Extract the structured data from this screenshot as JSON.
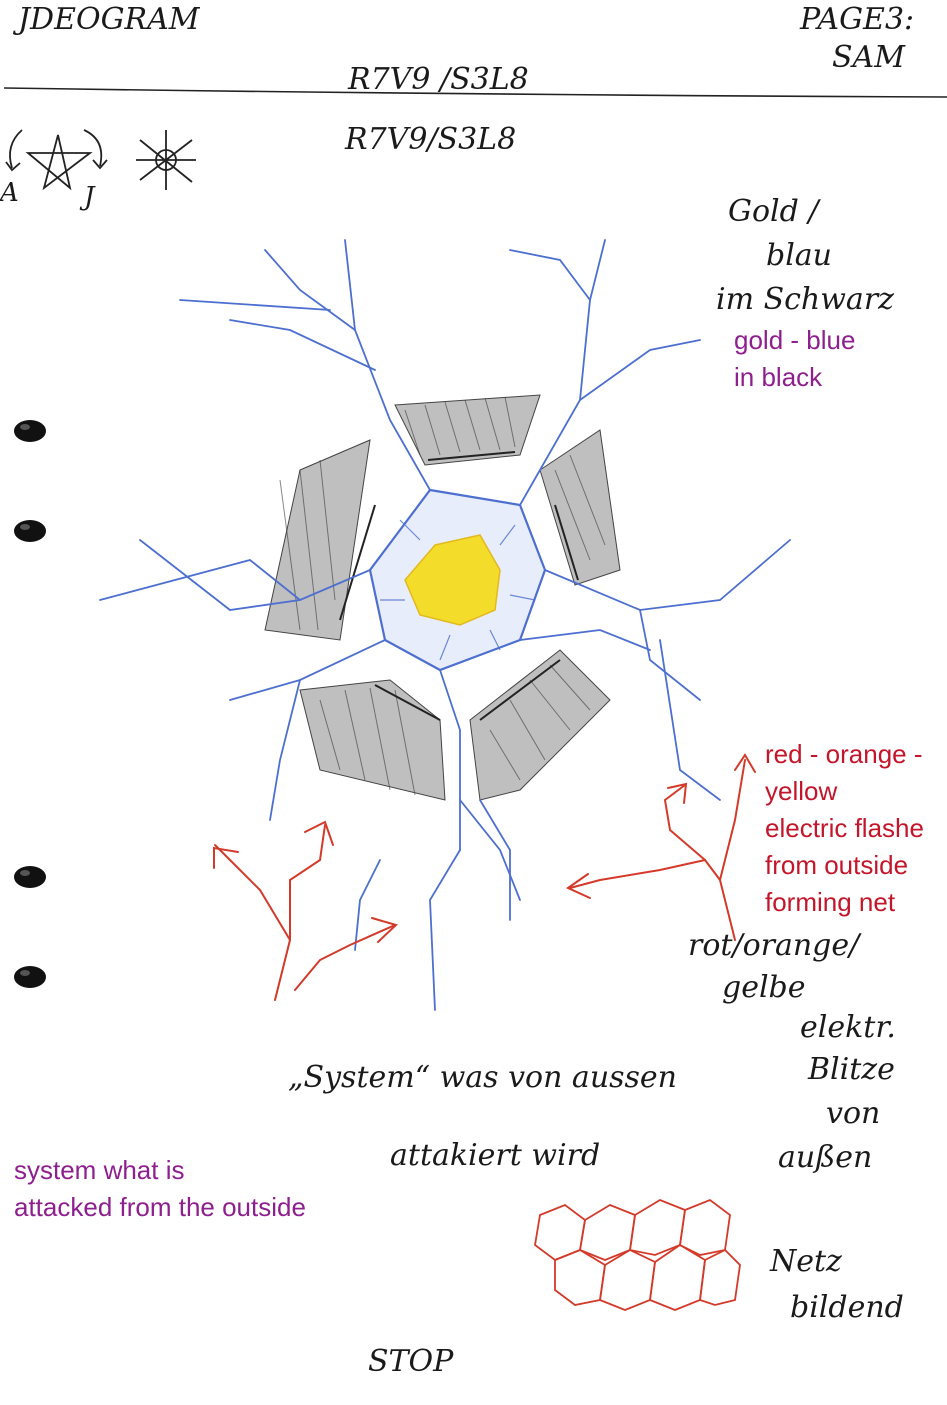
{
  "header": {
    "ideogram_label": "JDEOGRAM",
    "page_label_line1": "PAGE3:",
    "page_label_line2": "SAM",
    "code_top": "R7V9 /S3L8",
    "code_sub": "R7V9/S3L8"
  },
  "symbols": {
    "left_letter": "A",
    "right_letter": "J"
  },
  "color_note_german": {
    "line1": "Gold /",
    "line2": "blau",
    "line3": "im Schwarz"
  },
  "color_note_english": {
    "line1": "gold - blue",
    "line2": "in black"
  },
  "flashes_english": {
    "line1": "red - orange -",
    "line2": "yellow",
    "line3": "electric flashe",
    "line4": "from outside",
    "line5": "forming net"
  },
  "flashes_german": {
    "line1": "rot/orange/",
    "line2": "gelbe",
    "line3": "elektr.",
    "line4": "Blitze",
    "line5": "von",
    "line6": "außen"
  },
  "system_german": {
    "line1": "„System“ was von aussen",
    "line2": "attakiert wird"
  },
  "system_english": {
    "line1": "system what is",
    "line2": "attacked from the outside"
  },
  "net_german": {
    "line1": "Netz",
    "line2": "bildend"
  },
  "footer": {
    "stop": "STOP"
  },
  "colors": {
    "ink": "#1a1a1a",
    "blue_pencil": "#4d6fd0",
    "gray_pencil": "#6e6e6e",
    "yellow_core": "#f4dc2a",
    "red_pencil": "#d43a2a",
    "translation_purple": "#8e1f8e",
    "translation_red": "#c4162a"
  }
}
